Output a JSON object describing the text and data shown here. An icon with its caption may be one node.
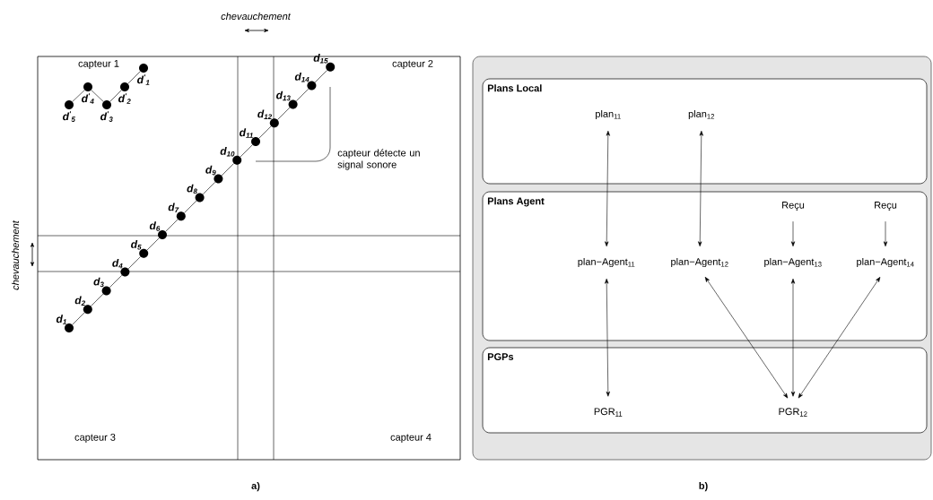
{
  "diagram": {
    "nodes": [
      {
        "text": [],
        "shape": "circle",
        "beside": [
          "d$^{'}$$_{1}$"
        ]
      },
      {
        "text": [],
        "shape": "circle",
        "beside": [
          "d$^{'}$$_{2}$"
        ]
      },
      {
        "text": [],
        "shape": "circle",
        "beside": [
          "d$^{'}$$_{3}$"
        ]
      },
      {
        "text": [],
        "shape": "circle",
        "beside": [
          "d$^{'}$$_{4}$"
        ]
      },
      {
        "text": [],
        "shape": "circle",
        "beside": [
          "d$^{'}$$_{5}$"
        ]
      },
      {
        "text": [],
        "shape": "circle",
        "beside": [
          "d$_{1}$"
        ]
      },
      {
        "text": [],
        "shape": "circle",
        "beside": [
          "d$_{2}$"
        ]
      },
      {
        "text": [],
        "shape": "circle",
        "beside": [
          "d$_{3}$"
        ]
      },
      {
        "text": [],
        "shape": "circle",
        "beside": [
          "d$_{4}$"
        ]
      },
      {
        "text": [],
        "shape": "circle",
        "beside": [
          "d$_{5}$"
        ]
      },
      {
        "text": [],
        "shape": "circle",
        "beside": [
          "d$_{6}$"
        ]
      },
      {
        "text": [],
        "shape": "circle",
        "beside": [
          "d$_{7}$"
        ]
      },
      {
        "text": [],
        "shape": "circle",
        "beside": [
          "d$_{8}$"
        ]
      },
      {
        "text": [],
        "shape": "circle",
        "beside": [
          "d$_{9}$"
        ]
      },
      {
        "text": [],
        "shape": "circle",
        "beside": [
          "d$_{10}$"
        ]
      },
      {
        "text": [],
        "shape": "circle",
        "beside": [
          "d$_{11}$"
        ]
      },
      {
        "text": [],
        "shape": "circle",
        "beside": [
          "d$_{12}$"
        ]
      },
      {
        "text": [],
        "shape": "circle",
        "beside": [
          "d$_{13}$"
        ]
      },
      {
        "text": [],
        "shape": "circle",
        "beside": [
          "d$_{14}$"
        ]
      },
      {
        "text": [],
        "shape": "circle",
        "beside": [
          "d$_{15}$"
        ]
      },
      {
        "text": [],
        "shape": "box"
      },
      {
        "text": [
          "Plans Local"
        ],
        "in": 20
      },
      {
        "text": [
          "Plans Agent"
        ],
        "in": 20
      },
      {
        "text": [
          "PGPs"
        ],
        "in": 20
      },
      {
        "text": [
          "plan$_{11}$"
        ],
        "in": 21
      },
      {
        "text": [
          "plan$_{12}$"
        ],
        "in": 21
      },
      {
        "text": [
          "Reçu"
        ],
        "in": 22
      },
      {
        "text": [
          "Reçu"
        ],
        "in": 22
      },
      {
        "text": [
          "plan−Agent$_{11}$"
        ],
        "in": 22
      },
      {
        "text": [
          "plan−Agent$_{12}$"
        ],
        "in": 22
      },
      {
        "text": [
          "plan−Agent$_{13}$"
        ],
        "in": 22
      },
      {
        "text": [
          "plan−Agent$_{14}$"
        ],
        "in": 22
      },
      {
        "text": [
          "PGR$_{11}$"
        ],
        "in": 23
      },
      {
        "text": [
          "PGR$_{12}$"
        ],
        "in": 23
      }
    ],
    "edges": [
      {
        "from": 0,
        "to": 1,
        "arrow": "none"
      },
      {
        "from": 1,
        "to": 2,
        "arrow": "none"
      },
      {
        "from": 2,
        "to": 3,
        "arrow": "none"
      },
      {
        "from": 3,
        "to": 4,
        "arrow": "none"
      },
      {
        "from": 5,
        "to": 6,
        "arrow": "none"
      },
      {
        "from": 6,
        "to": 7,
        "arrow": "none"
      },
      {
        "from": 7,
        "to": 8,
        "arrow": "none"
      },
      {
        "from": 8,
        "to": 9,
        "arrow": "none"
      },
      {
        "from": 9,
        "to": 10,
        "arrow": "none"
      },
      {
        "from": 10,
        "to": 11,
        "arrow": "none"
      },
      {
        "from": 11,
        "to": 12,
        "arrow": "none"
      },
      {
        "from": 12,
        "to": 13,
        "arrow": "none"
      },
      {
        "from": 13,
        "to": 14,
        "arrow": "none"
      },
      {
        "from": 14,
        "to": 15,
        "arrow": "none"
      },
      {
        "from": 15,
        "to": 16,
        "arrow": "none"
      },
      {
        "from": 16,
        "to": 17,
        "arrow": "none"
      },
      {
        "from": 17,
        "to": 18,
        "arrow": "none"
      },
      {
        "from": 18,
        "to": 19,
        "arrow": "none"
      },
      {
        "from": 24,
        "to": 28,
        "arrow": "both"
      },
      {
        "from": 25,
        "to": 29,
        "arrow": "both"
      },
      {
        "from": 26,
        "to": 30,
        "arrow": "to"
      },
      {
        "from": 27,
        "to": 31,
        "arrow": "to"
      },
      {
        "from": 28,
        "to": 32,
        "arrow": "both"
      },
      {
        "from": 29,
        "to": 33,
        "arrow": "both"
      },
      {
        "from": 30,
        "to": 33,
        "arrow": "both"
      },
      {
        "from": 31,
        "to": 33,
        "arrow": "both"
      }
    ],
    "labels": [
      "chevauchement",
      "capteur 1",
      "capteur 2",
      "capteur détecte un signal sonore",
      "chevauchement",
      "capteur 3",
      "capteur 4",
      "a)",
      "b)"
    ]
  }
}
